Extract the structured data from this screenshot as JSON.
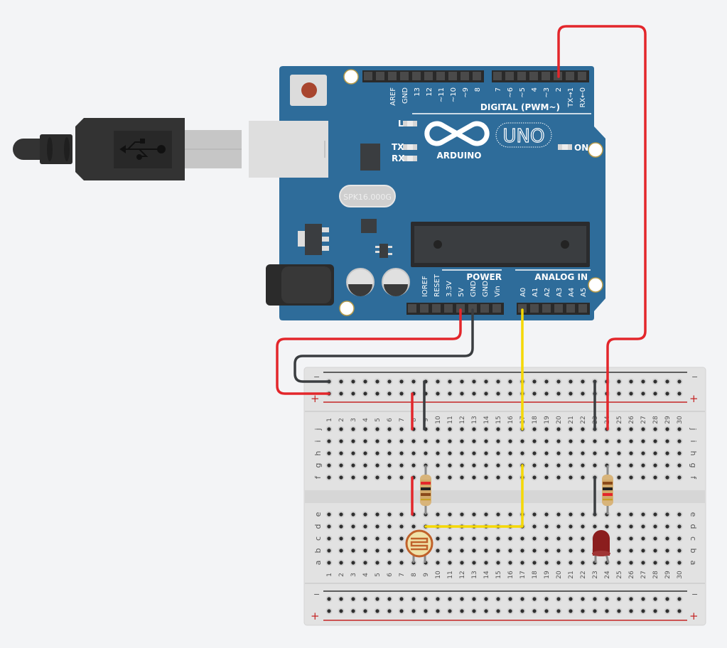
{
  "colors": {
    "background": "#f3f4f6",
    "board": "#2e6c9a",
    "wire_red": "#e3262b",
    "wire_black": "#3a3d40",
    "wire_yellow": "#f5d800",
    "breadboard": "#e2e2e2",
    "led": "#8b1e1e",
    "resistor_body": "#d8b47a",
    "photoresistor": "#c0622b"
  },
  "usb_cable": {
    "icon": "usb-icon"
  },
  "arduino": {
    "brand": "ARDUINO",
    "model": "UNO",
    "crystal": "SPK16.000G",
    "led_labels": {
      "l": "L",
      "tx": "TX",
      "rx": "RX",
      "on": "ON"
    },
    "digital_title": "DIGITAL (PWM~)",
    "digital_pins_left": [
      "",
      "",
      "AREF",
      "GND",
      "13",
      "12",
      "~11",
      "~10",
      "~9",
      "8"
    ],
    "digital_pins_right": [
      "7",
      "~6",
      "~5",
      "4",
      "~3",
      "2",
      "TX→1",
      "RX←0"
    ],
    "power_title": "POWER",
    "power_pins": [
      "",
      "IOREF",
      "RESET",
      "3.3V",
      "5V",
      "GND",
      "GND",
      "Vin"
    ],
    "analog_title": "ANALOG IN",
    "analog_pins": [
      "A0",
      "A1",
      "A2",
      "A3",
      "A4",
      "A5"
    ]
  },
  "breadboard": {
    "columns": [
      "1",
      "2",
      "3",
      "4",
      "5",
      "6",
      "7",
      "8",
      "9",
      "10",
      "11",
      "12",
      "13",
      "14",
      "15",
      "16",
      "17",
      "18",
      "19",
      "20",
      "21",
      "22",
      "23",
      "24",
      "25",
      "26",
      "27",
      "28",
      "29",
      "30"
    ],
    "rows_top": [
      "j",
      "i",
      "h",
      "g",
      "f"
    ],
    "rows_bottom": [
      "e",
      "d",
      "c",
      "b",
      "a"
    ],
    "rail_minus": "−",
    "rail_plus": "+"
  },
  "components": {
    "resistor_1": {
      "bands": [
        "#e3262b",
        "#222222",
        "#8a4a1a"
      ]
    },
    "resistor_2": {
      "bands": [
        "#8a4a1a",
        "#222222",
        "#e3262b"
      ]
    },
    "led": {
      "color": "red"
    },
    "photoresistor": {}
  }
}
